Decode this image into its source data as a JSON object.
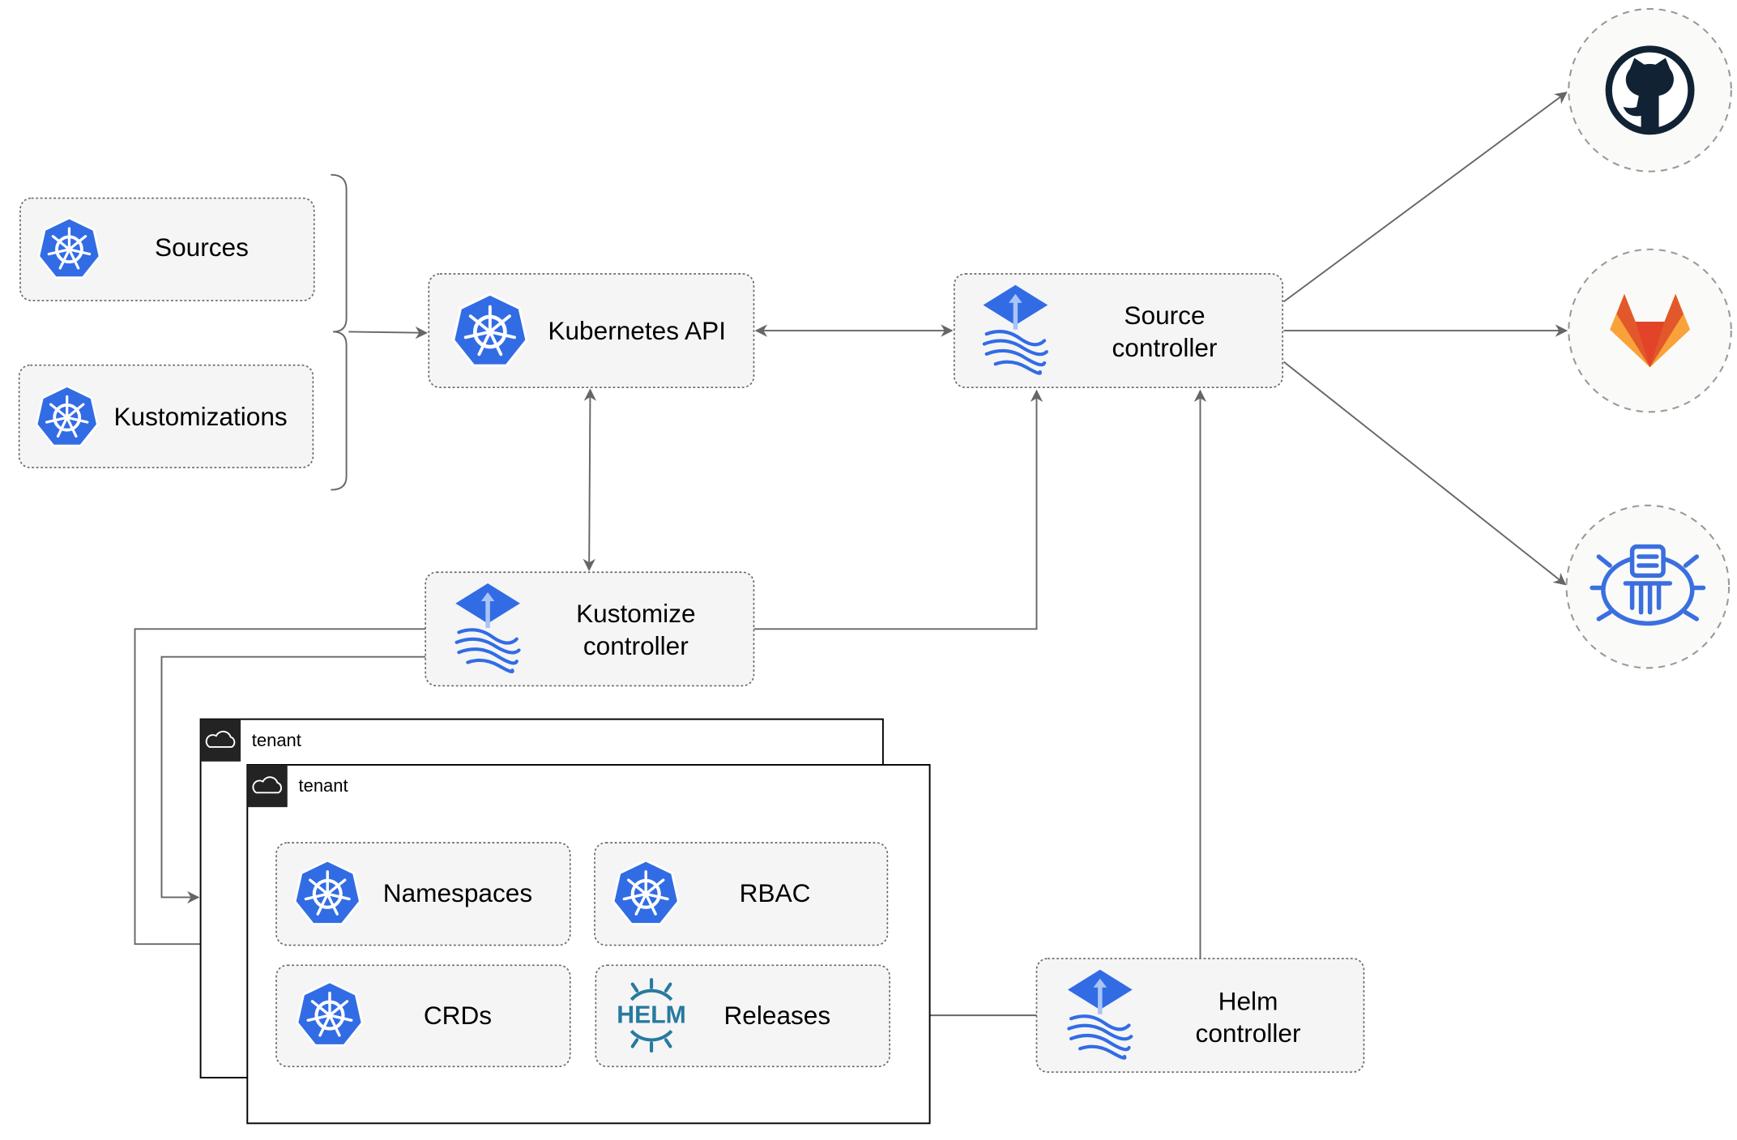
{
  "inputs": {
    "sources": "Sources",
    "kustomizations": "Kustomizations"
  },
  "nodes": {
    "kubernetes_api": "Kubernetes API",
    "source_controller": [
      "Source",
      "controller"
    ],
    "kustomize_controller": [
      "Kustomize",
      "controller"
    ],
    "helm_controller": [
      "Helm",
      "controller"
    ]
  },
  "tenants": [
    {
      "label": "tenant"
    },
    {
      "label": "tenant"
    }
  ],
  "tenant_resources": {
    "namespaces": "Namespaces",
    "rbac": "RBAC",
    "crds": "CRDs",
    "releases": "Releases",
    "helm_logo_text": "HELM"
  },
  "external_sources": [
    "github-icon",
    "gitlab-icon",
    "bucket-icon"
  ],
  "colors": {
    "kubernetes_blue": "#326ce5",
    "box_fill": "#f5f5f5",
    "edge": "#666666",
    "github_dark": "#102233",
    "gitlab_orange": "#e2582b",
    "gitlab_yellow": "#f9a23a",
    "helm_blue": "#277a9f"
  }
}
